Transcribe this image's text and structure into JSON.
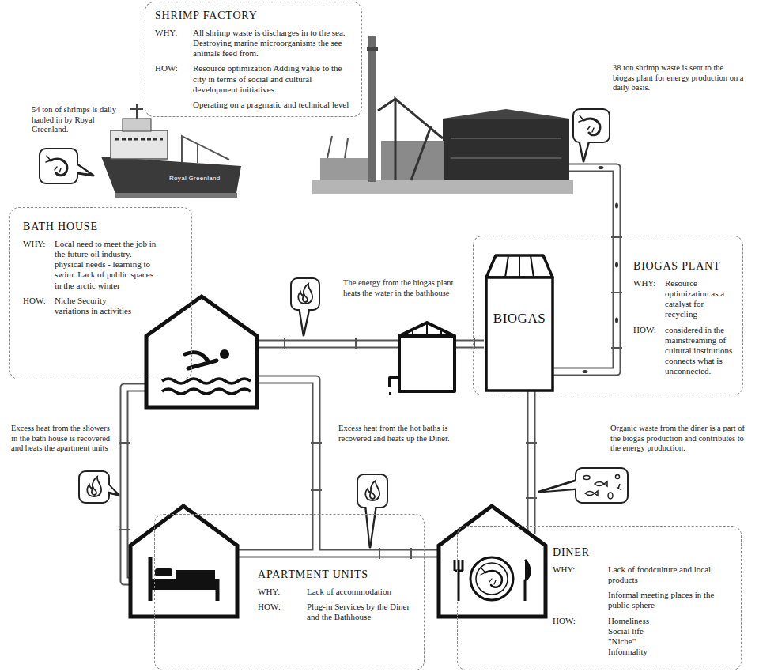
{
  "diagram": {
    "nodes": [
      {
        "text": [
          "SHRIMP FACTORY",
          "WHY:",
          "All shrimp waste is discharges in to the sea. Destroying marine microorganisms the see animals feed from.",
          "HOW:",
          "Resource optimization Adding value to the city in terms of social and cultural development initiatives.",
          "Operating on a pragmatic and technical level"
        ]
      },
      {
        "text": [
          "BATH HOUSE",
          "WHY:",
          "Local need to meet the job in the future oil industry. physical needs - learning to swim. Lack of public spaces in the arctic winter",
          "HOW:",
          "Niche Security variations in activities"
        ]
      },
      {
        "text": [
          "BIOGAS PLANT",
          "WHY:",
          "Resource optimization as a catalyst for recycling",
          "HOW:",
          "considered in the mainstreaming of cultural institutions connects what is unconnected."
        ]
      },
      {
        "text": [
          "BIOGAS"
        ],
        "in": 2
      },
      {
        "text": [
          "APARTMENT UNITS",
          "WHY:",
          "Lack of accommodation",
          "HOW:",
          "Plug-in Services by the Diner and the Bathhouse"
        ]
      },
      {
        "text": [
          "DINER",
          "WHY:",
          "Lack of foodculture and local products",
          "Informal meeting places in the public sphere",
          "HOW:",
          "Homeliness Social life \"Niche\" Informality"
        ]
      }
    ],
    "labels": [
      "54 ton of shrimps is daily hauled in by Royal Greenland.",
      "Royal Greenland",
      "38 ton shrimp waste is sent to the biogas plant for energy production on a daily basis.",
      "The energy from the biogas plant heats the water in the bathhouse",
      "Excess heat from the showers in the bath house is recovered and heats the apartment units",
      "Excess heat from the hot baths is recovered and heats up the Diner.",
      "Organic waste from the diner is a part of the biogas production and contributes to the energy production."
    ]
  }
}
